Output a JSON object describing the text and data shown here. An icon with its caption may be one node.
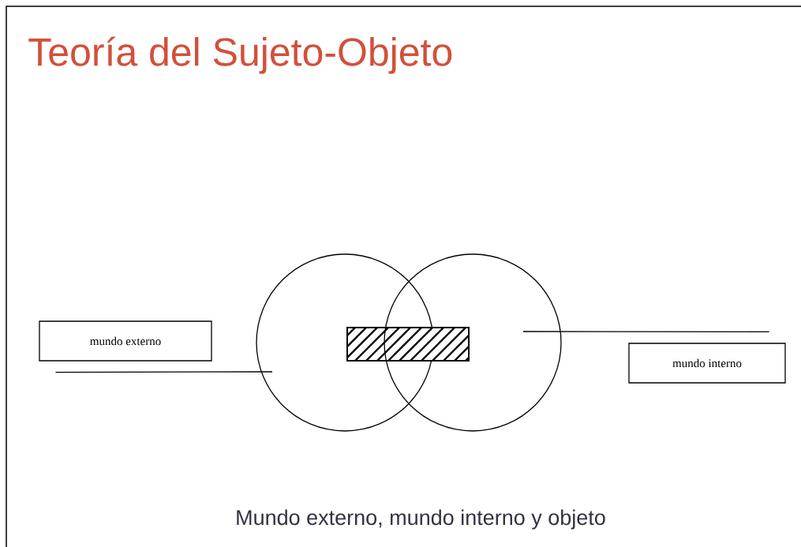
{
  "diagram": {
    "title": "Teoría del Sujeto-Objeto",
    "caption": "Mundo externo, mundo interno y objeto",
    "nodes": [
      {
        "text": [
          "mundo externo"
        ]
      },
      {
        "text": [],
        "shape": "circle"
      },
      {
        "text": [],
        "shape": "bar"
      },
      {
        "text": [],
        "shape": "circle"
      },
      {
        "text": [
          "mundo interno"
        ]
      }
    ],
    "edges": [
      {
        "from": 0,
        "to": 1,
        "arrow": "none"
      },
      {
        "from": 4,
        "to": 3,
        "arrow": "none"
      }
    ]
  }
}
